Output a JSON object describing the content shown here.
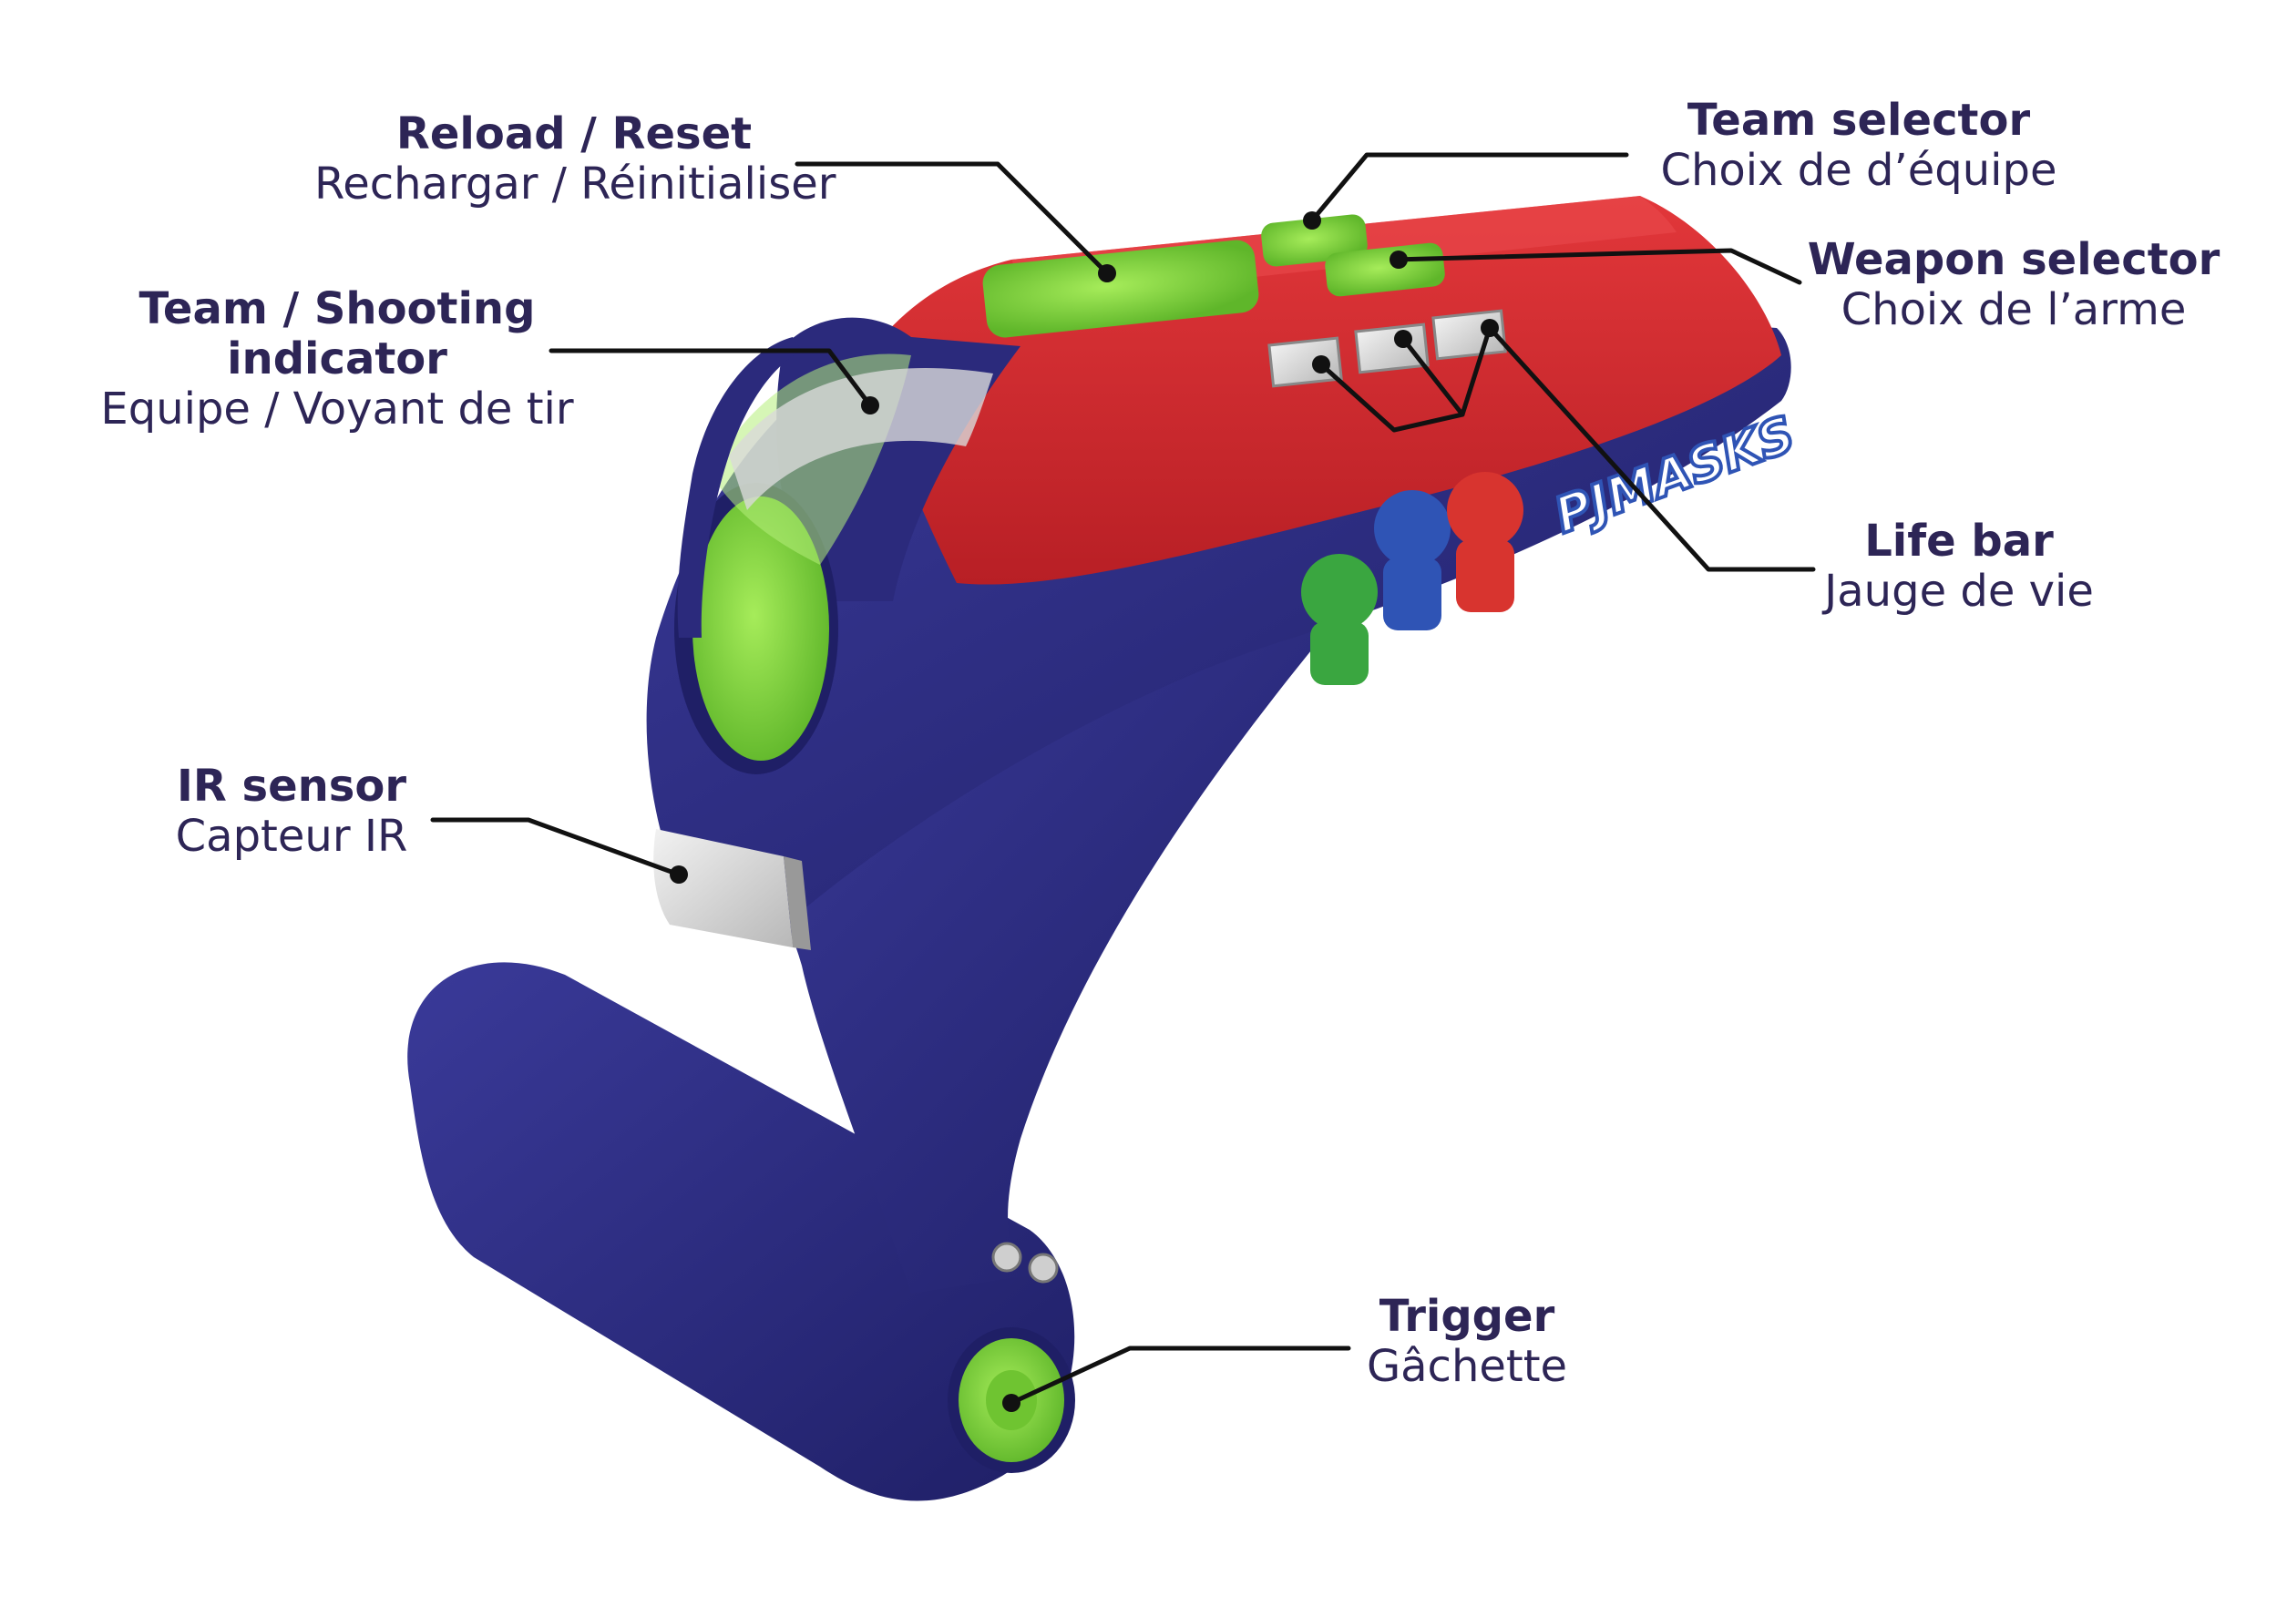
{
  "callouts": {
    "reload": {
      "en": "Reload / Reset",
      "fr": "Rechargar / Réinitialiser"
    },
    "team_selector": {
      "en": "Team selector",
      "fr": "Choix de d’équipe"
    },
    "weapon_selector": {
      "en": "Weapon selector",
      "fr": "Choix de l’arme"
    },
    "team_indicator": {
      "en_line1": "Team / Shooting",
      "en_line2": "indicator",
      "fr": "Equipe / Voyant de tir"
    },
    "life_bar": {
      "en": "Life bar",
      "fr": "Jauge de vie"
    },
    "ir_sensor": {
      "en": "IR sensor",
      "fr": "Capteur IR"
    },
    "trigger": {
      "en": "Trigger",
      "fr": "Gâchette"
    }
  },
  "product": {
    "logo_text": "PJMASKS"
  },
  "colors": {
    "text": "#2d2556",
    "body_red": "#d42b2f",
    "body_blue": "#2b2a7c",
    "accent_green": "#86d63c",
    "leader_line": "#111111"
  }
}
